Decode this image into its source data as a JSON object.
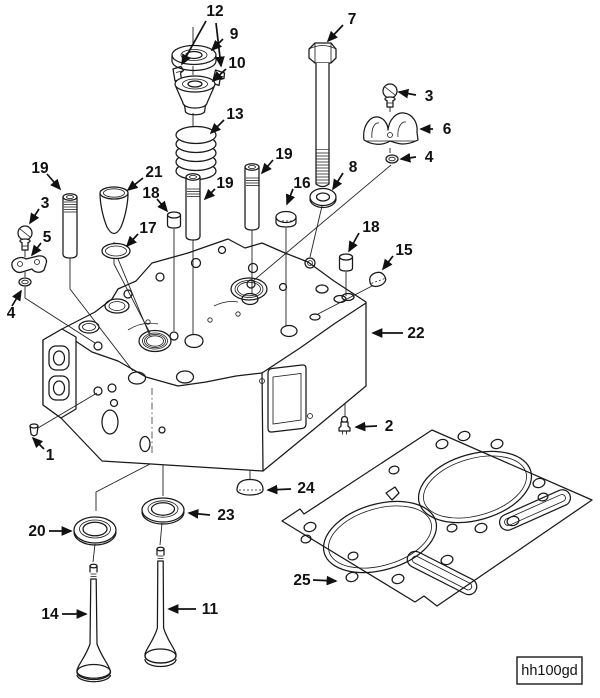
{
  "figure": {
    "type": "exploded-parts-diagram",
    "subject": "engine cylinder head assembly with valves, springs, guides and head gasket",
    "code_label": "hh100gd",
    "line_color": "#191919",
    "background_color": "#ffffff"
  },
  "callouts": [
    {
      "number": "1"
    },
    {
      "number": "2"
    },
    {
      "number": "3"
    },
    {
      "number": "3"
    },
    {
      "number": "4"
    },
    {
      "number": "4"
    },
    {
      "number": "5"
    },
    {
      "number": "6"
    },
    {
      "number": "7"
    },
    {
      "number": "8"
    },
    {
      "number": "9"
    },
    {
      "number": "10"
    },
    {
      "number": "11"
    },
    {
      "number": "12"
    },
    {
      "number": "13"
    },
    {
      "number": "14"
    },
    {
      "number": "15"
    },
    {
      "number": "16"
    },
    {
      "number": "17"
    },
    {
      "number": "18"
    },
    {
      "number": "18"
    },
    {
      "number": "19"
    },
    {
      "number": "19"
    },
    {
      "number": "19"
    },
    {
      "number": "20"
    },
    {
      "number": "21"
    },
    {
      "number": "22"
    },
    {
      "number": "23"
    },
    {
      "number": "24"
    },
    {
      "number": "25"
    }
  ]
}
